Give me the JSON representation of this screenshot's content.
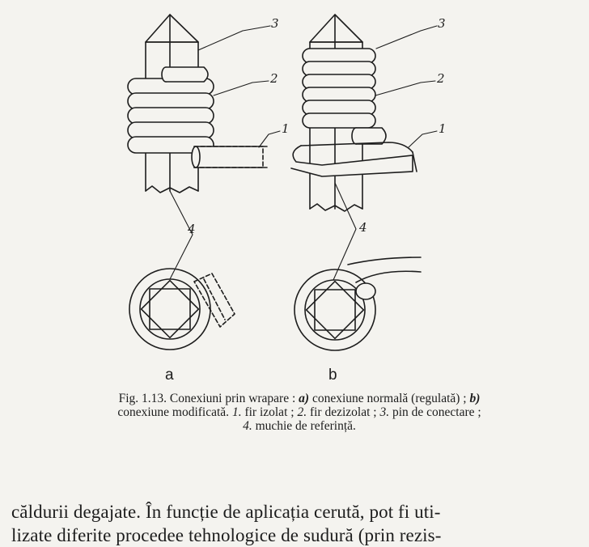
{
  "figure": {
    "callouts": [
      "3",
      "2",
      "1",
      "4"
    ],
    "sublabels": {
      "a": "a",
      "b": "b"
    }
  },
  "caption": {
    "fig_number": "Fig. 1.13.",
    "title": "Conexiuni prin wrapare :",
    "a_marker": "a)",
    "a_text": "conexiune normală (regulată) ;",
    "b_marker": "b)",
    "b_text": "conexiune modificată.",
    "i1": "1.",
    "t1": "fir izolat ;",
    "i2": "2.",
    "t2": "fir dezizolat ;",
    "i3": "3.",
    "t3": "pin de conectare ;",
    "i4": "4.",
    "t4": "muchie de referință."
  },
  "body": {
    "line1": "căldurii degajate. În funcție de aplicația cerută, pot fi uti-",
    "line2": "lizate diferite procedee tehnologice de sudură (prin rezis-"
  }
}
